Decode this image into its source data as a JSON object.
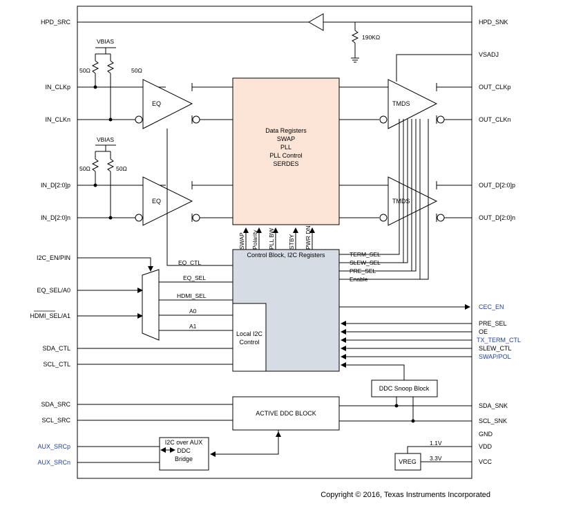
{
  "title": "",
  "blocks": {
    "data_registers": [
      "Data Registers",
      "SWAP",
      "PLL",
      "PLL Control",
      "SERDES"
    ],
    "control_block": "Control Block, I2C Registers",
    "local_i2c": [
      "Local I2C",
      "Control"
    ],
    "active_ddc": "ACTIVE DDC BLOCK",
    "ddc_snoop": "DDC Snoop Block",
    "i2c_over_aux": [
      "I2C over AUX",
      "DDC",
      "Bridge"
    ],
    "vreg": "VREG",
    "eq1": "EQ",
    "eq2": "EQ",
    "tmds1": "TMDS",
    "tmds2": "TMDS"
  },
  "left_pins": {
    "hpd_src": "HPD_SRC",
    "in_clkp": "IN_CLKp",
    "in_clkn": "IN_CLKn",
    "in_dp": "IN_D[2:0]p",
    "in_dn": "IN_D[2:0]n",
    "i2c_en": "I2C_EN/PIN",
    "eq_sel": "EQ_SEL/A0",
    "hdmi_sel": "HDMI_SEL/A1",
    "sda_ctl": "SDA_CTL",
    "scl_ctl": "SCL_CTL",
    "sda_src": "SDA_SRC",
    "scl_src": "SCL_SRC",
    "aux_srcp": "AUX_SRCp",
    "aux_srcn": "AUX_SRCn"
  },
  "right_pins": {
    "hpd_snk": "HPD_SNK",
    "vsadj": "VSADJ",
    "out_clkp": "OUT_CLKp",
    "out_clkn": "OUT_CLKn",
    "out_dp": "OUT_D[2:0]p",
    "out_dn": "OUT_D[2:0]n",
    "cec_en": "CEC_EN",
    "pre_sel": "PRE_SEL",
    "oe": "OE",
    "tx_term_ctl": "TX_TERM_CTL",
    "slew_ctl": "SLEW_CTL",
    "swap_pol": "SWAP/POL",
    "sda_snk": "SDA_SNK",
    "scl_snk": "SCL_SNK",
    "gnd": "GND",
    "vdd": "VDD",
    "vcc": "VCC"
  },
  "resistors": {
    "vbias1": "VBIAS",
    "vbias2": "VBIAS",
    "r50a": "50Ω",
    "r50b": "50Ω",
    "r50c": "50Ω",
    "r50d": "50Ω",
    "r190k": "190KΩ"
  },
  "control_signals": {
    "vertical": [
      "SWAP",
      "Polarity",
      "PLL BW",
      "STBY",
      "PWR DN"
    ],
    "right_out": [
      "TERM_SEL",
      "SLEW_SEL",
      "PRE_SEL",
      "Enable"
    ],
    "eq_ctl": "EQ_CTL",
    "eq_sel": "EQ_SEL",
    "hdmi_sel": "HDMI_SEL",
    "a0": "A0",
    "a1": "A1"
  },
  "supply": {
    "v11": "1.1V",
    "v33": "3.3V"
  },
  "copyright": "Copyright © 2016, Texas Instruments Incorporated",
  "colors": {
    "data_registers_fill": "#fce4d6",
    "control_block_fill": "#d6dce4",
    "pin_blue": "#1f3fa0"
  }
}
